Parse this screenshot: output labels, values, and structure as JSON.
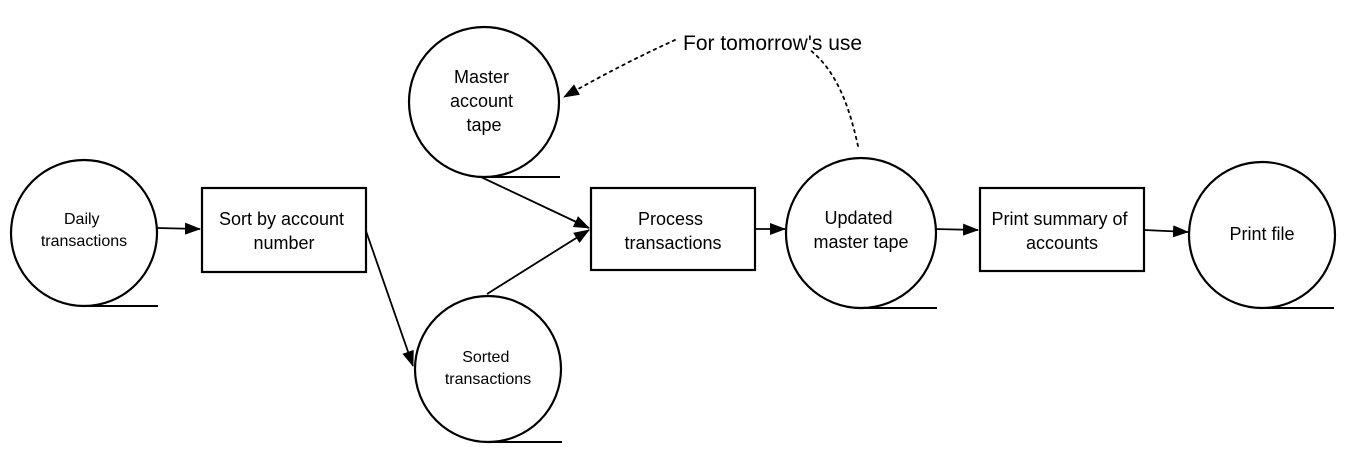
{
  "diagram": {
    "nodes": {
      "daily_transactions": {
        "label_lines": [
          "Daily",
          "transactions"
        ],
        "shape": "tape-circle"
      },
      "sort_by_account_number": {
        "label_lines": [
          "Sort by account",
          "number"
        ],
        "shape": "process-box"
      },
      "master_account_tape": {
        "label_lines": [
          "Master",
          "account",
          "tape"
        ],
        "shape": "tape-circle"
      },
      "sorted_transactions": {
        "label_lines": [
          "Sorted",
          "transactions"
        ],
        "shape": "tape-circle"
      },
      "process_transactions": {
        "label_lines": [
          "Process",
          "transactions"
        ],
        "shape": "process-box"
      },
      "updated_master_tape": {
        "label_lines": [
          "Updated",
          "master tape"
        ],
        "shape": "tape-circle"
      },
      "print_summary_of_accounts": {
        "label_lines": [
          "Print summary of",
          "accounts"
        ],
        "shape": "process-box"
      },
      "print_file": {
        "label_lines": [
          "Print file"
        ],
        "shape": "tape-circle"
      }
    },
    "edges": [
      {
        "from": "daily_transactions",
        "to": "sort_by_account_number",
        "style": "solid"
      },
      {
        "from": "sort_by_account_number",
        "to": "sorted_transactions",
        "style": "solid"
      },
      {
        "from": "master_account_tape",
        "to": "process_transactions",
        "style": "solid"
      },
      {
        "from": "sorted_transactions",
        "to": "process_transactions",
        "style": "solid"
      },
      {
        "from": "process_transactions",
        "to": "updated_master_tape",
        "style": "solid"
      },
      {
        "from": "updated_master_tape",
        "to": "print_summary_of_accounts",
        "style": "solid"
      },
      {
        "from": "print_summary_of_accounts",
        "to": "print_file",
        "style": "solid"
      },
      {
        "from": "updated_master_tape",
        "to": "master_account_tape",
        "style": "dotted",
        "note": "For tomorrow's use"
      }
    ],
    "annotation": "For tomorrow's use"
  }
}
